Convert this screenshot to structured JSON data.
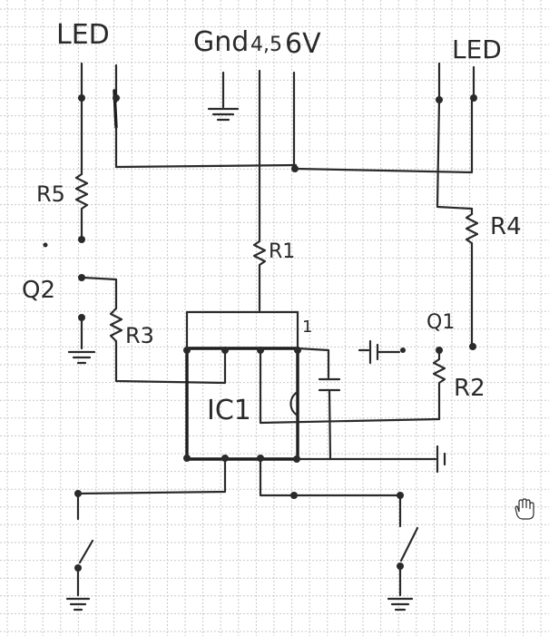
{
  "labels": {
    "led_left": "LED",
    "led_right": "LED",
    "gnd": "Gnd",
    "v45": "4,5",
    "v6": "6V",
    "r5": "R5",
    "r1": "R1",
    "r4": "R4",
    "r3": "R3",
    "r2": "R2",
    "q2": "Q2",
    "q1": "Q1",
    "ic1": "IC1",
    "pin1": "1"
  },
  "colors": {
    "ink": "#2a2a2a",
    "grid": "#c9c9c9",
    "paper": "#ffffff"
  },
  "icons": {
    "cursor": "hand-cursor-icon"
  }
}
